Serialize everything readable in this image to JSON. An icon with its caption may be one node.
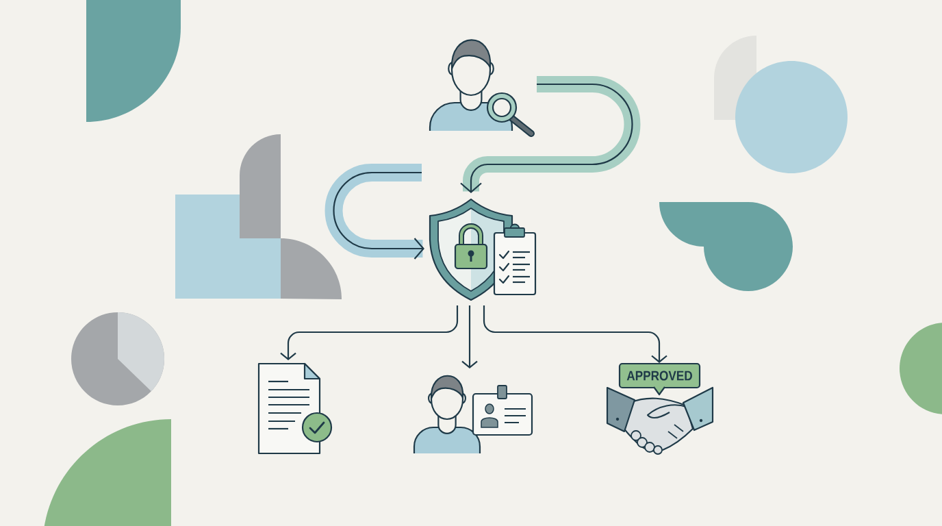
{
  "diagram": {
    "nodes": [
      {
        "text": [],
        "shape": "person"
      },
      {
        "text": [],
        "shape": "shield"
      },
      {
        "text": [],
        "shape": "document"
      },
      {
        "text": [],
        "shape": "person"
      },
      {
        "text": [
          "APPROVED"
        ]
      },
      {
        "text": [],
        "shape": "tab"
      },
      {
        "text": [],
        "shape": "box"
      },
      {
        "text": [],
        "shape": "arch"
      },
      {
        "text": [],
        "shape": "arch"
      },
      {
        "text": [],
        "shape": "circle"
      },
      {
        "text": [],
        "shape": "leaf"
      },
      {
        "text": [],
        "shape": "circle"
      }
    ],
    "edges": [
      {
        "from": 0,
        "to": 1,
        "arrow": "to",
        "style": "thick",
        "color": "#a7cfc3"
      },
      {
        "from": null,
        "to": 1,
        "arrow": "to",
        "style": "thick",
        "color": "#aacfdc"
      },
      {
        "from": 1,
        "to": 2,
        "arrow": "to"
      },
      {
        "from": 1,
        "to": 3,
        "arrow": "to"
      },
      {
        "from": 1,
        "to": 4,
        "arrow": "to"
      }
    ]
  }
}
